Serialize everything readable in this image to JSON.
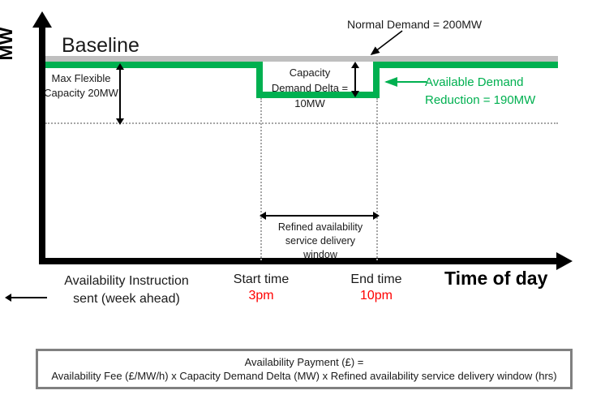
{
  "axes": {
    "y_title": "MW",
    "x_title": "Time of day"
  },
  "labels": {
    "baseline": "Baseline",
    "max_flexible_capacity": "Max Flexible Capacity 20MW",
    "capacity_demand_delta": "Capacity Demand Delta = 10MW",
    "normal_demand": "Normal Demand = 200MW",
    "available_demand_reduction": "Available Demand Reduction = 190MW",
    "delivery_window": "Refined availability service delivery window",
    "instruction": "Availability Instruction sent (week ahead)"
  },
  "ticks": {
    "start": {
      "name": "Start time",
      "time": "3pm"
    },
    "end": {
      "name": "End time",
      "time": "10pm"
    }
  },
  "payment": {
    "line1": "Availability Payment (£) =",
    "line2": "Availability Fee (£/MW/h) x Capacity Demand Delta (MW) x Refined availability service delivery window (hrs)"
  },
  "colors": {
    "green": "#00B050",
    "grey": "#BFBFBF",
    "red": "#FF0000",
    "black": "#000000",
    "box_border": "#808080"
  },
  "chart_data": {
    "type": "line",
    "title": "Availability service demand reduction profile",
    "xlabel": "Time of day",
    "ylabel": "MW",
    "series": [
      {
        "name": "Normal Demand",
        "color": "#BFBFBF",
        "constant_value": 200,
        "unit": "MW"
      },
      {
        "name": "Available Demand Reduction",
        "color": "#00B050",
        "x": [
          "start-of-day",
          "3pm",
          "3pm",
          "10pm",
          "10pm",
          "end-of-day"
        ],
        "values": [
          200,
          200,
          190,
          190,
          200,
          200
        ],
        "unit": "MW"
      }
    ],
    "annotations": [
      {
        "text": "Max Flexible Capacity 20MW",
        "value": 20,
        "unit": "MW",
        "type": "vertical-span"
      },
      {
        "text": "Capacity Demand Delta = 10MW",
        "value": 10,
        "unit": "MW",
        "type": "vertical-span"
      },
      {
        "text": "Normal Demand = 200MW",
        "value": 200,
        "unit": "MW",
        "type": "pointer"
      },
      {
        "text": "Available Demand Reduction = 190MW",
        "value": 190,
        "unit": "MW",
        "type": "pointer"
      },
      {
        "text": "Refined availability service delivery window",
        "type": "horizontal-span",
        "from": "3pm",
        "to": "10pm"
      },
      {
        "text": "Availability Instruction sent (week ahead)",
        "type": "pointer-left"
      }
    ],
    "grid": "dotted-guides",
    "legend": "none"
  }
}
